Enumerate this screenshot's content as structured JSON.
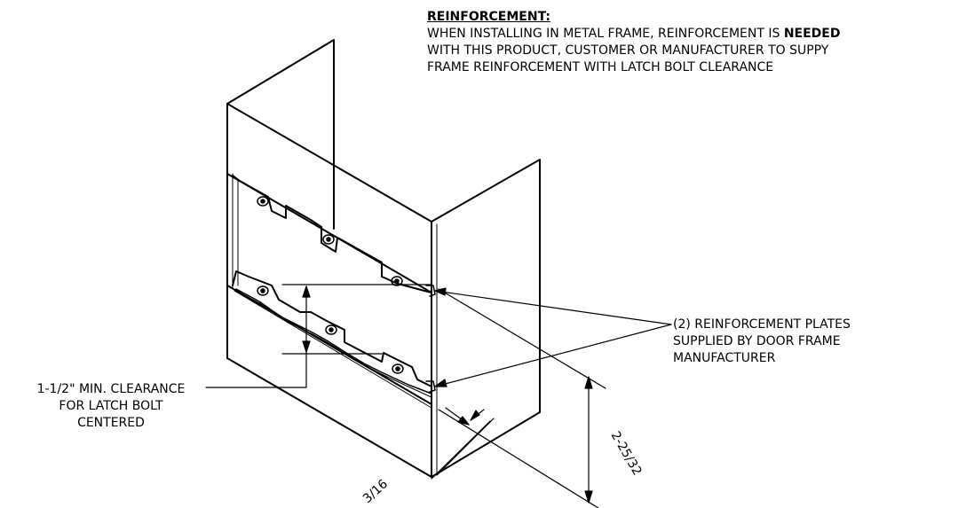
{
  "reinforcement_note": {
    "heading": "REINFORCEMENT:",
    "line1_prefix": "WHEN INSTALLING IN METAL FRAME, REINFORCEMENT IS ",
    "line1_emphasis": "NEEDED",
    "line2": "WITH THIS PRODUCT, CUSTOMER OR MANUFACTURER TO SUPPY",
    "line3": "FRAME REINFORCEMENT WITH LATCH BOLT CLEARANCE"
  },
  "callouts": {
    "plates": [
      "(2) REINFORCEMENT PLATES",
      "SUPPLIED BY DOOR FRAME",
      "MANUFACTURER"
    ],
    "clearance": [
      "1-1/2\" MIN. CLEARANCE",
      "FOR LATCH BOLT",
      "CENTERED"
    ]
  },
  "dimensions": {
    "height": "2-25/32",
    "thickness": "3/16"
  },
  "colors": {
    "line": "#000000",
    "background": "#ffffff"
  }
}
